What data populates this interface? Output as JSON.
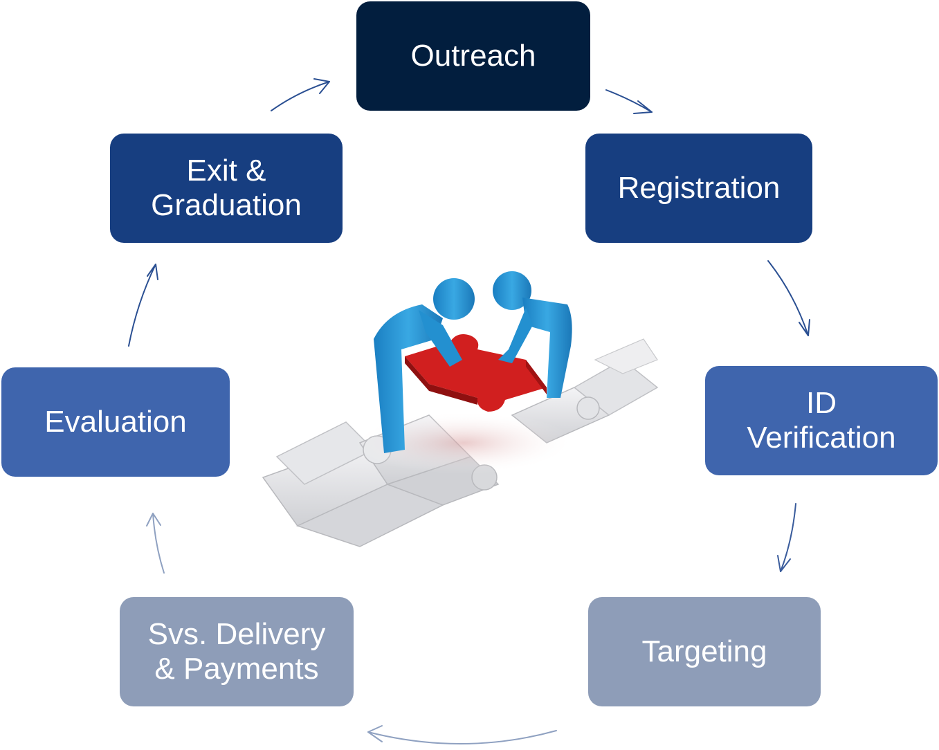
{
  "diagram": {
    "colors": {
      "outreach": "#021e3e",
      "registration": "#173e80",
      "id_verification": "#3f65ad",
      "evaluation": "#3f65ad",
      "exit_graduation": "#173e80",
      "targeting": "#8e9db8",
      "svs_delivery": "#8e9db8",
      "arrow_dark": "#2a4f92",
      "arrow_light": "#8fa1c1",
      "puzzle_red": "#d11f1f",
      "figure_blue": "#2d9ad6",
      "puzzle_white": "#e8e8ea"
    },
    "nodes": {
      "outreach": "Outreach",
      "registration": "Registration",
      "id_verification": "ID\nVerification",
      "targeting": "Targeting",
      "svs_delivery": "Svs. Delivery\n& Payments",
      "evaluation": "Evaluation",
      "exit_graduation": "Exit &\nGraduation"
    },
    "center_image": "two-figures-assembling-puzzle-icon"
  }
}
